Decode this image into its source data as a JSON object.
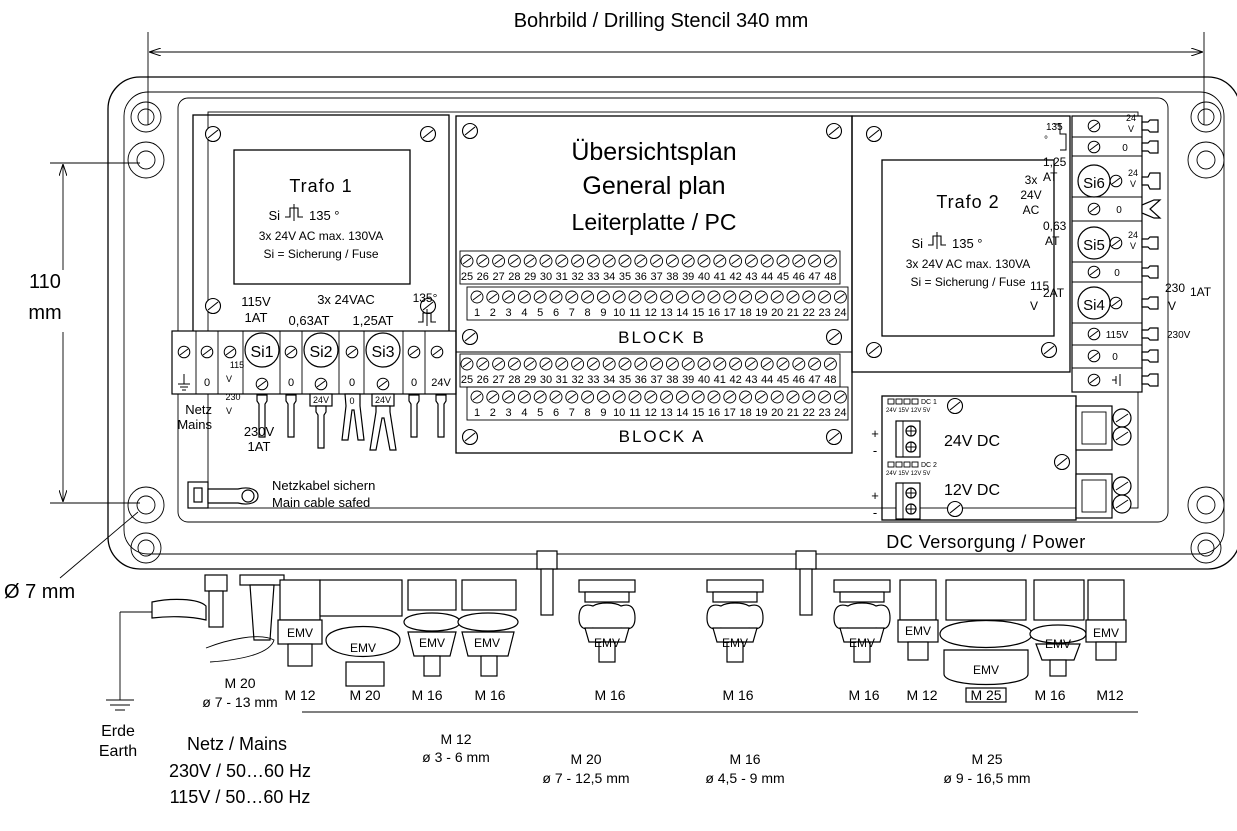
{
  "title": "Bohrbild / Drilling Stencil 340 mm",
  "dim_height": [
    "110",
    "mm"
  ],
  "dim_hole": "Ø 7 mm",
  "center_panel": {
    "title": [
      "Übersichtsplan",
      "General plan",
      "Leiterplatte / PC"
    ],
    "block_b_label": "BLOCK B",
    "block_a_label": "BLOCK A",
    "row_top": [
      "25",
      "26",
      "27",
      "28",
      "29",
      "30",
      "31",
      "32",
      "33",
      "34",
      "35",
      "36",
      "37",
      "38",
      "39",
      "40",
      "41",
      "42",
      "43",
      "44",
      "45",
      "46",
      "47",
      "48"
    ],
    "row_bottom": [
      "1",
      "2",
      "3",
      "4",
      "5",
      "6",
      "7",
      "8",
      "9",
      "10",
      "11",
      "12",
      "13",
      "14",
      "15",
      "16",
      "17",
      "18",
      "19",
      "20",
      "21",
      "22",
      "23",
      "24"
    ]
  },
  "trafo1": {
    "name": "Trafo  1",
    "si_prefix": "Si",
    "si_temp": "135 °",
    "spec": "3x 24V AC max. 130VA",
    "legend": "Si = Sicherung / Fuse"
  },
  "trafo2": {
    "name": "Trafo  2",
    "si_prefix": "Si",
    "si_temp": "135 °",
    "spec": "3x 24V AC max. 130VA",
    "legend": "Si = Sicherung / Fuse"
  },
  "left_terminals": {
    "label_115v": [
      "115V",
      "1AT"
    ],
    "label_3x24vac": "3x 24VAC",
    "label_063at": "0,63AT",
    "label_125at": "1,25AT",
    "label_135": "135°",
    "fuses": [
      "Si1",
      "Si2",
      "Si3"
    ],
    "zero": "0",
    "v24": "24V",
    "v115_small": [
      "115",
      "V"
    ],
    "v230_small": [
      "230",
      "V"
    ],
    "label_230v": [
      "230V",
      "1AT"
    ],
    "netz_mains": [
      "Netz",
      "Mains"
    ]
  },
  "cable_label": [
    "Netzkabel sichern",
    "Main cable safed"
  ],
  "right_terminals": {
    "label_135": [
      "135",
      "°"
    ],
    "label_24v": [
      "24",
      "V"
    ],
    "zero": "0",
    "label_125": [
      "1,25",
      "AT"
    ],
    "label_3x24vac": [
      "3x",
      "24V",
      "AC"
    ],
    "label_063": [
      "0,63",
      "AT"
    ],
    "fuses": [
      "Si6",
      "Si5",
      "Si4"
    ],
    "label_115v": [
      "115",
      "V"
    ],
    "label_2at": "2AT",
    "label_230v": [
      "230",
      "V"
    ],
    "label_1at": "1AT",
    "label_115v_row": "115V",
    "label_230v_row": "230V"
  },
  "dc_power": {
    "out1": "24V DC",
    "out2": "12V DC",
    "dc1_codes": "24V 15V 12V 5V",
    "dc1_tag": "DC 1",
    "dc2_codes": "24V 15V 12V 5V",
    "dc2_tag": "DC 2",
    "plus": "+",
    "minus": "-",
    "caption": "DC Versorgung / Power"
  },
  "gland_emv": "EMV",
  "gland_sizes": [
    "M 12",
    "M 20",
    "M 16",
    "M 16",
    "M 16",
    "M 16",
    "M 16",
    "M 12",
    "M 25",
    "M 16",
    "M12"
  ],
  "mains_gland": [
    "M 20",
    "ø 7 - 13 mm"
  ],
  "earth": [
    "Erde",
    "Earth"
  ],
  "netz": [
    "Netz / Mains",
    "230V / 50…60 Hz",
    "115V / 50…60 Hz"
  ],
  "gland_specs": [
    {
      "size": "M 12",
      "range": "ø 3 - 6 mm"
    },
    {
      "size": "M 20",
      "range": "ø 7 - 12,5 mm"
    },
    {
      "size": "M 16",
      "range": "ø 4,5 - 9 mm"
    },
    {
      "size": "M 25",
      "range": "ø 9 - 16,5 mm"
    }
  ]
}
